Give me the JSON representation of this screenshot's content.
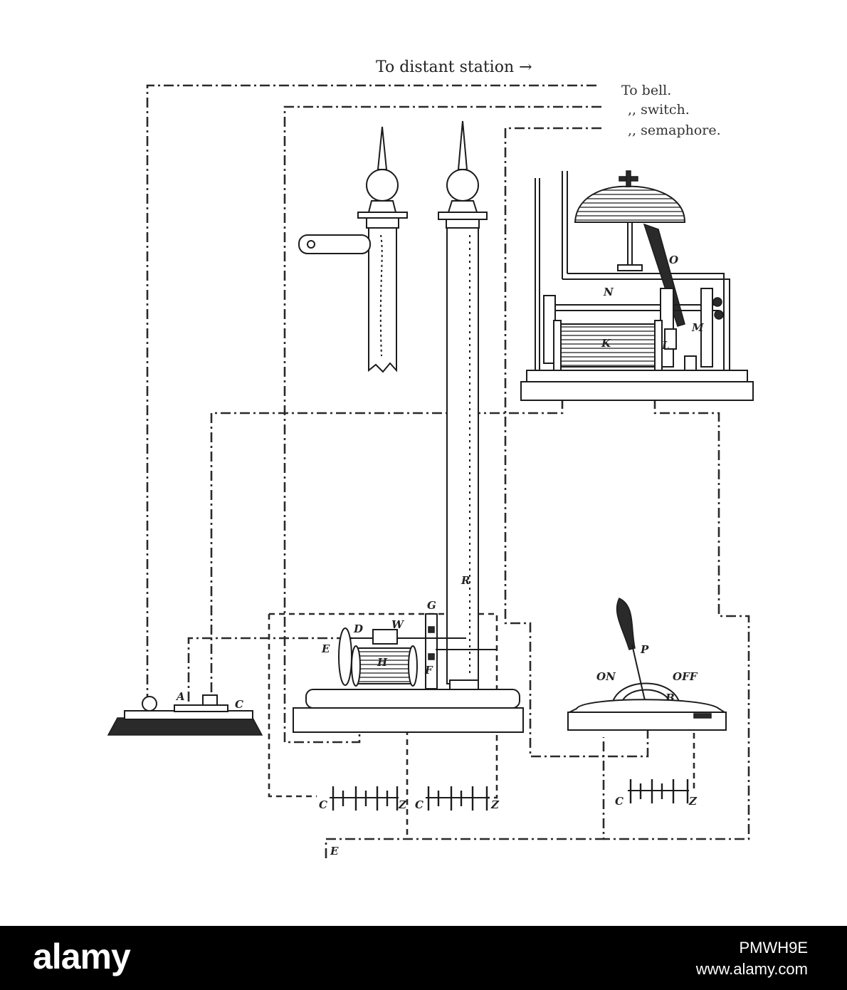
{
  "caption": {
    "distant_station": "To distant station →",
    "to_bell": "To bell.",
    "switch": ",, switch.",
    "semaphore": ",, semaphore."
  },
  "labels": {
    "O": "O",
    "N": "N",
    "M": "M",
    "K": "K",
    "L": "L",
    "R": "R",
    "G": "G",
    "D": "D",
    "W": "W",
    "E_key": "E",
    "H": "H",
    "F": "F",
    "A": "A",
    "C_key": "C",
    "P": "P",
    "on": "ON",
    "off": "OFF",
    "B_switch": "B",
    "C1": "C",
    "Z1": "Z",
    "C2": "C",
    "Z2": "Z",
    "C3": "C",
    "Z3": "Z",
    "E_earth": "E"
  },
  "watermark": {
    "logo": "alamy",
    "image_id": "PMWH9E",
    "url": "www.alamy.com"
  }
}
